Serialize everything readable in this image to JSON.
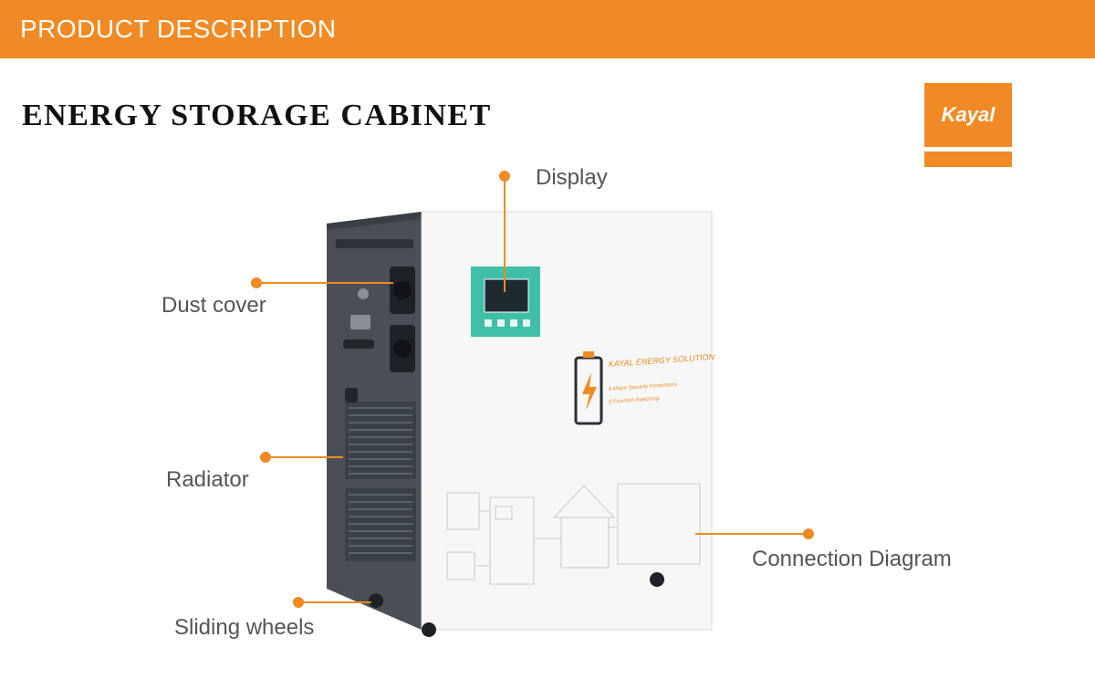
{
  "header": {
    "title": "PRODUCT DESCRIPTION"
  },
  "product": {
    "title": "ENERGY STORAGE CABINET"
  },
  "logo": {
    "text": "Kayal",
    "color": "#f08a24"
  },
  "panel_text": {
    "brand_line": "KAYAL ENERGY SOLUTION",
    "line_1": "6 Major Security Protections",
    "line_2": "3 Function Switching"
  },
  "callouts": {
    "display": "Display",
    "dust_cover": "Dust cover",
    "radiator": "Radiator",
    "connection_diagram": "Connection Diagram",
    "sliding_wheels": "Sliding wheels"
  },
  "colors": {
    "accent": "#f08a24",
    "label_text": "#555555",
    "cabinet_dark": "#4a4f57",
    "screen_teal": "#3fbfa7"
  }
}
